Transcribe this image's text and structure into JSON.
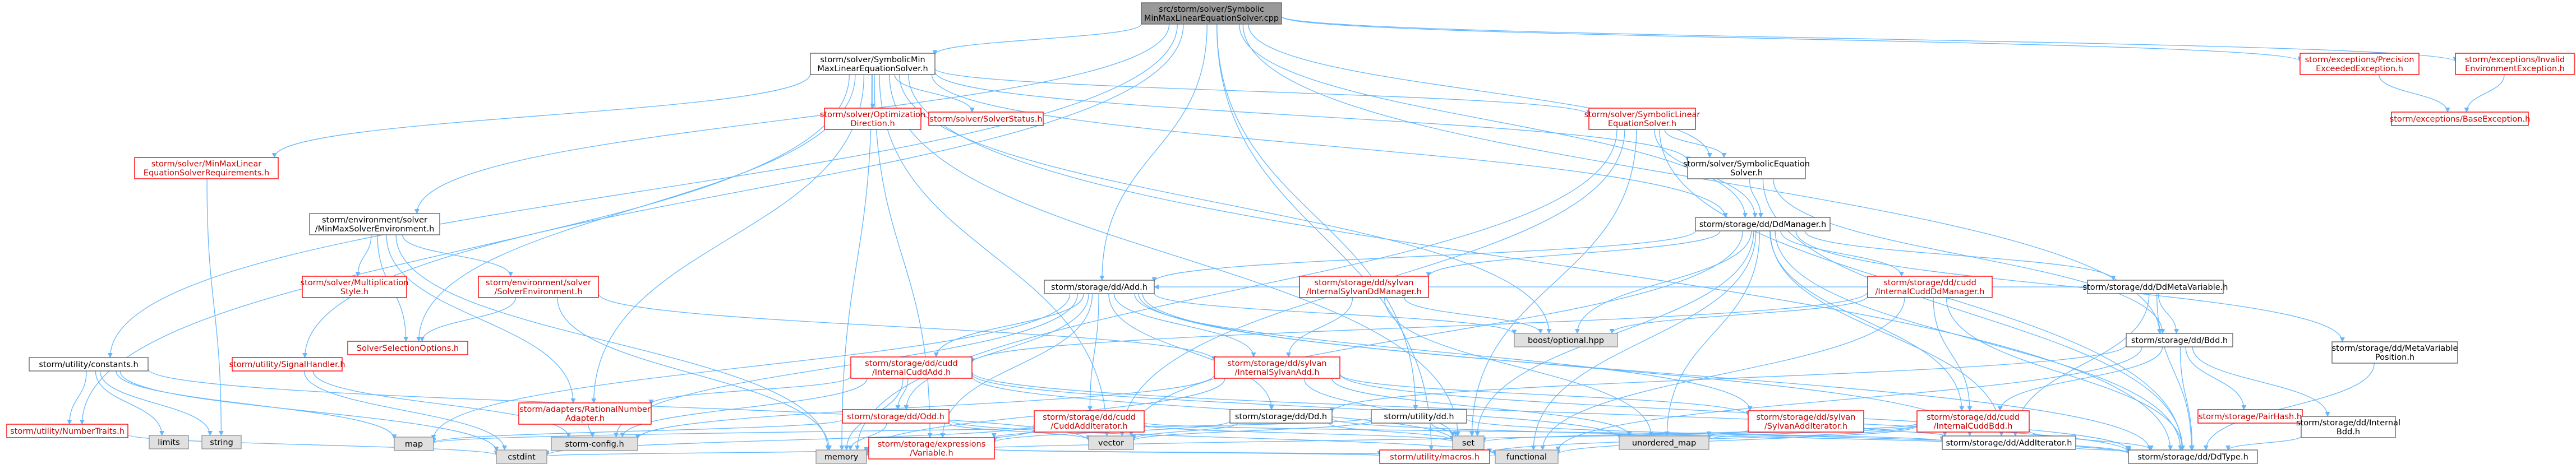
{
  "colors": {
    "root_fill": "#999999",
    "default_fill": "#ffffff",
    "default_border": "#666666",
    "default_text": "#000000",
    "red_border": "#ff0000",
    "red_text": "#cc0000",
    "external_fill": "#e0e0e0",
    "external_border": "#999999",
    "edge": "#63b8ff"
  },
  "nodes": [
    {
      "id": "root",
      "lines": [
        "src/storm/solver/Symbolic",
        "MinMaxLinearEquationSolver.cpp"
      ],
      "kind": "root"
    },
    {
      "id": "smmles_h",
      "lines": [
        "storm/solver/SymbolicMin",
        "MaxLinearEquationSolver.h"
      ],
      "kind": "normal"
    },
    {
      "id": "exc_precision",
      "lines": [
        "storm/exceptions/Precision",
        "ExceededException.h"
      ],
      "kind": "red"
    },
    {
      "id": "exc_invalid_env",
      "lines": [
        "storm/exceptions/Invalid",
        "EnvironmentException.h"
      ],
      "kind": "red"
    },
    {
      "id": "exc_base",
      "lines": [
        "storm/exceptions/BaseException.h"
      ],
      "kind": "red"
    },
    {
      "id": "opt_dir",
      "lines": [
        "storm/solver/Optimization",
        "Direction.h"
      ],
      "kind": "red"
    },
    {
      "id": "solver_status",
      "lines": [
        "storm/solver/SolverStatus.h"
      ],
      "kind": "red"
    },
    {
      "id": "sles_h",
      "lines": [
        "storm/solver/SymbolicLinear",
        "EquationSolver.h"
      ],
      "kind": "red"
    },
    {
      "id": "mmles_req",
      "lines": [
        "storm/solver/MinMaxLinear",
        "EquationSolverRequirements.h"
      ],
      "kind": "red"
    },
    {
      "id": "ses_h",
      "lines": [
        "storm/solver/SymbolicEquation",
        "Solver.h"
      ],
      "kind": "normal"
    },
    {
      "id": "env_mm",
      "lines": [
        "storm/environment/solver",
        "/MinMaxSolverEnvironment.h"
      ],
      "kind": "normal"
    },
    {
      "id": "ddmanager",
      "lines": [
        "storm/storage/dd/DdManager.h"
      ],
      "kind": "normal"
    },
    {
      "id": "mult_style",
      "lines": [
        "storm/solver/Multiplication",
        "Style.h"
      ],
      "kind": "red"
    },
    {
      "id": "env_solver",
      "lines": [
        "storm/environment/solver",
        "/SolverEnvironment.h"
      ],
      "kind": "red"
    },
    {
      "id": "add_h",
      "lines": [
        "storm/storage/dd/Add.h"
      ],
      "kind": "normal"
    },
    {
      "id": "sylvan_mgr",
      "lines": [
        "storm/storage/dd/sylvan",
        "/InternalSylvanDdManager.h"
      ],
      "kind": "red"
    },
    {
      "id": "cudd_mgr",
      "lines": [
        "storm/storage/dd/cudd",
        "/InternalCuddDdManager.h"
      ],
      "kind": "red"
    },
    {
      "id": "metavar",
      "lines": [
        "storm/storage/dd/DdMetaVariable.h"
      ],
      "kind": "normal"
    },
    {
      "id": "solver_sel",
      "lines": [
        "SolverSelectionOptions.h"
      ],
      "kind": "red"
    },
    {
      "id": "boost_opt",
      "lines": [
        "boost/optional.hpp"
      ],
      "kind": "external"
    },
    {
      "id": "bdd_h",
      "lines": [
        "storm/storage/dd/Bdd.h"
      ],
      "kind": "normal"
    },
    {
      "id": "metavar_pos",
      "lines": [
        "storm/storage/dd/MetaVariable",
        "Position.h"
      ],
      "kind": "normal"
    },
    {
      "id": "constants",
      "lines": [
        "storm/utility/constants.h"
      ],
      "kind": "normal"
    },
    {
      "id": "signal",
      "lines": [
        "storm/utility/SignalHandler.h"
      ],
      "kind": "red"
    },
    {
      "id": "cudd_add",
      "lines": [
        "storm/storage/dd/cudd",
        "/InternalCuddAdd.h"
      ],
      "kind": "red"
    },
    {
      "id": "sylvan_add",
      "lines": [
        "storm/storage/dd/sylvan",
        "/InternalSylvanAdd.h"
      ],
      "kind": "red"
    },
    {
      "id": "rational",
      "lines": [
        "storm/adapters/RationalNumber",
        "Adapter.h"
      ],
      "kind": "red"
    },
    {
      "id": "odd_h",
      "lines": [
        "storm/storage/dd/Odd.h"
      ],
      "kind": "red"
    },
    {
      "id": "cudd_iter",
      "lines": [
        "storm/storage/dd/cudd",
        "/CuddAddIterator.h"
      ],
      "kind": "red"
    },
    {
      "id": "dd_h",
      "lines": [
        "storm/storage/dd/Dd.h"
      ],
      "kind": "normal"
    },
    {
      "id": "utility_dd",
      "lines": [
        "storm/utility/dd.h"
      ],
      "kind": "normal"
    },
    {
      "id": "sylvan_iter",
      "lines": [
        "storm/storage/dd/sylvan",
        "/SylvanAddIterator.h"
      ],
      "kind": "red"
    },
    {
      "id": "cudd_bdd",
      "lines": [
        "storm/storage/dd/cudd",
        "/InternalCuddBdd.h"
      ],
      "kind": "red"
    },
    {
      "id": "pairhash",
      "lines": [
        "storm/storage/PairHash.h"
      ],
      "kind": "red"
    },
    {
      "id": "internal_bdd",
      "lines": [
        "storm/storage/dd/Internal",
        "Bdd.h"
      ],
      "kind": "normal"
    },
    {
      "id": "numtraits",
      "lines": [
        "storm/utility/NumberTraits.h"
      ],
      "kind": "red"
    },
    {
      "id": "limits",
      "lines": [
        "limits"
      ],
      "kind": "external"
    },
    {
      "id": "string",
      "lines": [
        "string"
      ],
      "kind": "external"
    },
    {
      "id": "map",
      "lines": [
        "map"
      ],
      "kind": "external"
    },
    {
      "id": "storm_config",
      "lines": [
        "storm-config.h"
      ],
      "kind": "external"
    },
    {
      "id": "vector",
      "lines": [
        "vector"
      ],
      "kind": "external"
    },
    {
      "id": "expr_var",
      "lines": [
        "storm/storage/expressions",
        "/Variable.h"
      ],
      "kind": "red"
    },
    {
      "id": "set",
      "lines": [
        "set"
      ],
      "kind": "external"
    },
    {
      "id": "unordered_map",
      "lines": [
        "unordered_map"
      ],
      "kind": "external"
    },
    {
      "id": "add_iter",
      "lines": [
        "storm/storage/dd/AddIterator.h"
      ],
      "kind": "normal"
    },
    {
      "id": "cstdint",
      "lines": [
        "cstdint"
      ],
      "kind": "external"
    },
    {
      "id": "memory",
      "lines": [
        "memory"
      ],
      "kind": "external"
    },
    {
      "id": "macros",
      "lines": [
        "storm/utility/macros.h"
      ],
      "kind": "red"
    },
    {
      "id": "functional",
      "lines": [
        "functional"
      ],
      "kind": "external"
    },
    {
      "id": "ddtype",
      "lines": [
        "storm/storage/dd/DdType.h"
      ],
      "kind": "normal"
    }
  ],
  "edges": [
    [
      "root",
      "smmles_h"
    ],
    [
      "root",
      "exc_precision"
    ],
    [
      "root",
      "exc_invalid_env"
    ],
    [
      "root",
      "ses_h"
    ],
    [
      "root",
      "env_mm"
    ],
    [
      "root",
      "ddmanager"
    ],
    [
      "root",
      "add_h"
    ],
    [
      "root",
      "bdd_h"
    ],
    [
      "root",
      "constants"
    ],
    [
      "root",
      "signal"
    ],
    [
      "root",
      "utility_dd"
    ],
    [
      "root",
      "macros"
    ],
    [
      "exc_precision",
      "exc_base"
    ],
    [
      "exc_invalid_env",
      "exc_base"
    ],
    [
      "smmles_h",
      "opt_dir"
    ],
    [
      "smmles_h",
      "solver_status"
    ],
    [
      "smmles_h",
      "sles_h"
    ],
    [
      "smmles_h",
      "mmles_req"
    ],
    [
      "smmles_h",
      "ses_h"
    ],
    [
      "smmles_h",
      "ddmanager"
    ],
    [
      "smmles_h",
      "solver_sel"
    ],
    [
      "smmles_h",
      "boost_opt"
    ],
    [
      "smmles_h",
      "numtraits"
    ],
    [
      "smmles_h",
      "memory"
    ],
    [
      "smmles_h",
      "set"
    ],
    [
      "smmles_h",
      "vector"
    ],
    [
      "smmles_h",
      "expr_var"
    ],
    [
      "smmles_h",
      "rational"
    ],
    [
      "smmles_h",
      "ddtype"
    ],
    [
      "sles_h",
      "ses_h"
    ],
    [
      "sles_h",
      "ddmanager"
    ],
    [
      "sles_h",
      "memory"
    ],
    [
      "sles_h",
      "set"
    ],
    [
      "sles_h",
      "vector"
    ],
    [
      "sles_h",
      "ddtype"
    ],
    [
      "mmles_req",
      "string"
    ],
    [
      "ses_h",
      "bdd_h"
    ],
    [
      "ses_h",
      "ddmanager"
    ],
    [
      "ses_h",
      "ddtype"
    ],
    [
      "env_mm",
      "mult_style"
    ],
    [
      "env_mm",
      "env_solver"
    ],
    [
      "env_mm",
      "solver_sel"
    ],
    [
      "env_mm",
      "rational"
    ],
    [
      "env_mm",
      "memory"
    ],
    [
      "env_solver",
      "solver_sel"
    ],
    [
      "env_solver",
      "memory"
    ],
    [
      "env_solver",
      "sylvan_add"
    ],
    [
      "ddmanager",
      "add_h"
    ],
    [
      "ddmanager",
      "sylvan_mgr"
    ],
    [
      "ddmanager",
      "cudd_mgr"
    ],
    [
      "ddmanager",
      "metavar"
    ],
    [
      "ddmanager",
      "metavar_pos"
    ],
    [
      "ddmanager",
      "boost_opt"
    ],
    [
      "ddmanager",
      "set"
    ],
    [
      "ddmanager",
      "unordered_map"
    ],
    [
      "ddmanager",
      "functional"
    ],
    [
      "ddmanager",
      "add_iter"
    ],
    [
      "ddmanager",
      "cudd_bdd"
    ],
    [
      "ddmanager",
      "vector"
    ],
    [
      "ddmanager",
      "ddtype"
    ],
    [
      "add_h",
      "cudd_add"
    ],
    [
      "add_h",
      "sylvan_add"
    ],
    [
      "add_h",
      "odd_h"
    ],
    [
      "add_h",
      "cudd_iter"
    ],
    [
      "add_h",
      "dd_h"
    ],
    [
      "add_h",
      "map"
    ],
    [
      "add_h",
      "storm_config"
    ],
    [
      "add_h",
      "sylvan_iter"
    ],
    [
      "add_h",
      "boost_opt"
    ],
    [
      "add_h",
      "add_iter"
    ],
    [
      "add_h",
      "ddtype"
    ],
    [
      "add_h",
      "expr_var"
    ],
    [
      "sylvan_mgr",
      "sylvan_add"
    ],
    [
      "sylvan_mgr",
      "boost_opt"
    ],
    [
      "sylvan_mgr",
      "unordered_map"
    ],
    [
      "cudd_mgr",
      "cudd_add"
    ],
    [
      "cudd_mgr",
      "cudd_bdd"
    ],
    [
      "cudd_mgr",
      "boost_opt"
    ],
    [
      "cudd_mgr",
      "ddtype"
    ],
    [
      "cudd_mgr",
      "functional"
    ],
    [
      "metavar",
      "bdd_h"
    ],
    [
      "metavar",
      "add_h"
    ],
    [
      "metavar",
      "ddtype"
    ],
    [
      "metavar",
      "add_iter"
    ],
    [
      "bdd_h",
      "dd_h"
    ],
    [
      "bdd_h",
      "cudd_bdd"
    ],
    [
      "bdd_h",
      "pairhash"
    ],
    [
      "bdd_h",
      "internal_bdd"
    ],
    [
      "bdd_h",
      "ddtype"
    ],
    [
      "bdd_h",
      "functional"
    ],
    [
      "metavar_pos",
      "ddtype"
    ],
    [
      "constants",
      "numtraits"
    ],
    [
      "constants",
      "limits"
    ],
    [
      "constants",
      "string"
    ],
    [
      "constants",
      "map"
    ],
    [
      "constants",
      "vector"
    ],
    [
      "constants",
      "cstdint"
    ],
    [
      "signal",
      "storm_config"
    ],
    [
      "signal",
      "cstdint"
    ],
    [
      "numtraits",
      "cstdint"
    ],
    [
      "cudd_add",
      "rational"
    ],
    [
      "cudd_add",
      "odd_h"
    ],
    [
      "cudd_add",
      "set"
    ],
    [
      "cudd_add",
      "unordered_map"
    ],
    [
      "cudd_add",
      "memory"
    ],
    [
      "cudd_add",
      "storm_config"
    ],
    [
      "cudd_add",
      "ddtype"
    ],
    [
      "sylvan_add",
      "set"
    ],
    [
      "sylvan_add",
      "unordered_map"
    ],
    [
      "sylvan_add",
      "ddtype"
    ],
    [
      "sylvan_add",
      "sylvan_iter"
    ],
    [
      "sylvan_add",
      "storm_config"
    ],
    [
      "sylvan_add",
      "memory"
    ],
    [
      "rational",
      "storm_config"
    ],
    [
      "odd_h",
      "vector"
    ],
    [
      "odd_h",
      "map"
    ],
    [
      "odd_h",
      "memory"
    ],
    [
      "odd_h",
      "functional"
    ],
    [
      "cudd_iter",
      "cstdint"
    ],
    [
      "cudd_iter",
      "memory"
    ],
    [
      "cudd_iter",
      "set"
    ],
    [
      "cudd_iter",
      "expr_var"
    ],
    [
      "cudd_iter",
      "add_iter"
    ],
    [
      "dd_h",
      "set"
    ],
    [
      "dd_h",
      "vector"
    ],
    [
      "dd_h",
      "ddtype"
    ],
    [
      "dd_h",
      "expr_var"
    ],
    [
      "utility_dd",
      "set"
    ],
    [
      "utility_dd",
      "vector"
    ],
    [
      "utility_dd",
      "ddtype"
    ],
    [
      "utility_dd",
      "map"
    ],
    [
      "sylvan_iter",
      "unordered_map"
    ],
    [
      "sylvan_iter",
      "add_iter"
    ],
    [
      "cudd_bdd",
      "set"
    ],
    [
      "cudd_bdd",
      "unordered_map"
    ],
    [
      "cudd_bdd",
      "functional"
    ],
    [
      "cudd_bdd",
      "memory"
    ],
    [
      "cudd_bdd",
      "ddtype"
    ],
    [
      "cudd_bdd",
      "macros"
    ],
    [
      "internal_bdd",
      "ddtype"
    ],
    [
      "expr_var",
      "cstdint"
    ],
    [
      "expr_var",
      "memory"
    ],
    [
      "expr_var",
      "functional"
    ],
    [
      "expr_var",
      "macros"
    ],
    [
      "add_iter",
      "ddtype"
    ]
  ]
}
